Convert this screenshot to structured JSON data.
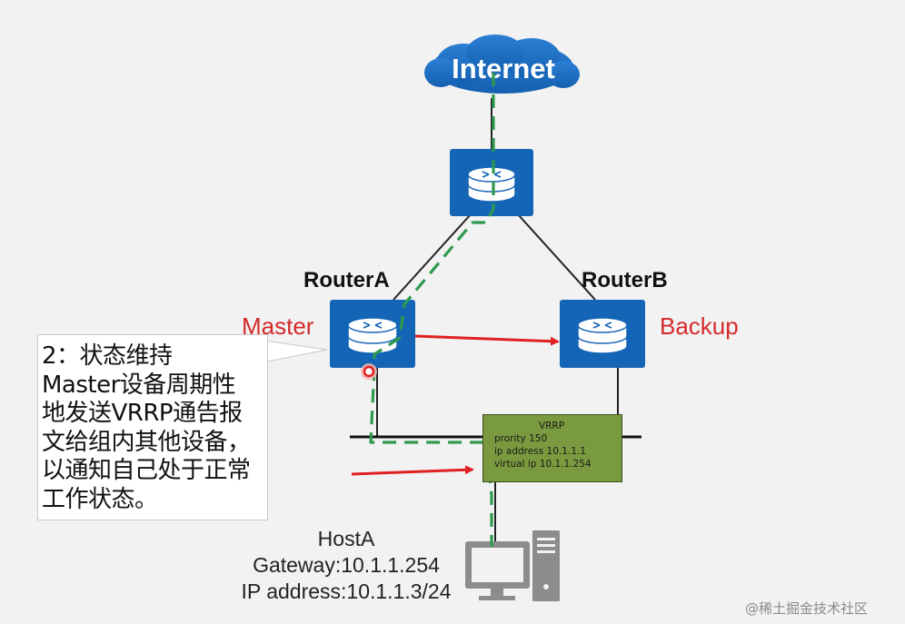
{
  "cloud": {
    "label": "Internet"
  },
  "routers": {
    "a": {
      "name": "RouterA",
      "role": "Master"
    },
    "b": {
      "name": "RouterB",
      "role": "Backup"
    }
  },
  "callout": {
    "lines": [
      "2：状态维持",
      "Master设备周期性",
      "地发送VRRP通告报",
      "文给组内其他设备，",
      "以通知自己处于正常",
      "工作状态。"
    ]
  },
  "vrrp": {
    "title": "VRRP",
    "priority": "prority 150",
    "ip": "ip address 10.1.1.1",
    "virtual_ip": "virtual ip 10.1.1.254"
  },
  "host": {
    "name": "HostA",
    "gateway": "Gateway:10.1.1.254",
    "ip": "IP address:10.1.1.3/24"
  },
  "watermark": "@稀土掘金技术社区",
  "colors": {
    "router_blue": "#1565b6",
    "link_green": "#2e9a4e",
    "arrow_red": "#e02020",
    "role_red": "#d42a2a",
    "vrrp_green": "#7a9a3f"
  }
}
